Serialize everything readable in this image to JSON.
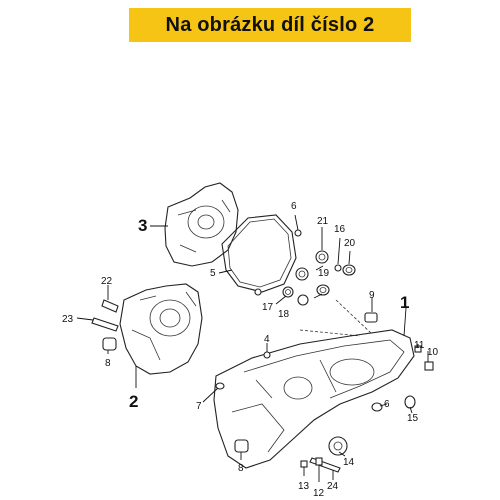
{
  "banner": {
    "text": "Na obrázku díl číslo 2",
    "color": "#f6c414"
  },
  "callouts": [
    "1",
    "2",
    "3",
    "4",
    "5",
    "6",
    "6",
    "7",
    "8",
    "8",
    "9",
    "10",
    "11",
    "12",
    "13",
    "14",
    "15",
    "16",
    "17",
    "18",
    "19",
    "20",
    "21",
    "22",
    "23",
    "24"
  ]
}
